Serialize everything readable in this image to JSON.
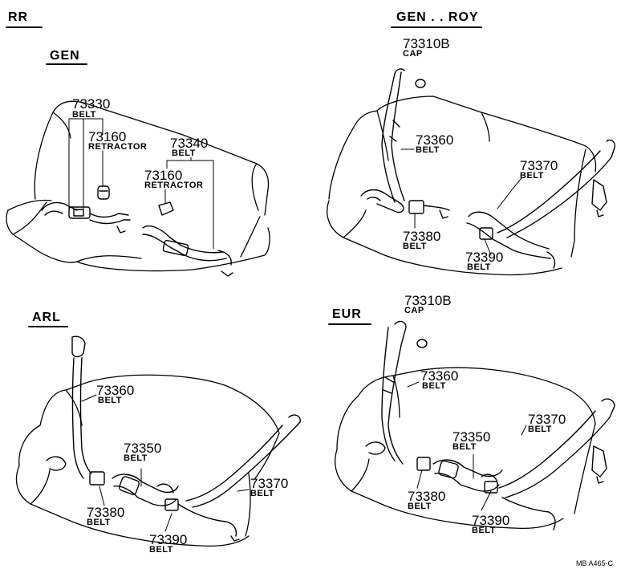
{
  "sections": {
    "rr": "RR",
    "gen_roy": "GEN . . ROY",
    "gen": "GEN",
    "arl": "ARL",
    "eur": "EUR"
  },
  "gen_panel": {
    "p73330": {
      "number": "73330",
      "desc": "BELT"
    },
    "p73160a": {
      "number": "73160",
      "desc": "RETRACTOR"
    },
    "p73340": {
      "number": "73340",
      "desc": "BELT"
    },
    "p73160b": {
      "number": "73160",
      "desc": "RETRACTOR"
    }
  },
  "genroy_panel": {
    "p73310b": {
      "number": "73310B",
      "desc": "CAP"
    },
    "p73360": {
      "number": "73360",
      "desc": "BELT"
    },
    "p73370": {
      "number": "73370",
      "desc": "BELT"
    },
    "p73380": {
      "number": "73380",
      "desc": "BELT"
    },
    "p73390": {
      "number": "73390",
      "desc": "BELT"
    }
  },
  "arl_panel": {
    "p73360": {
      "number": "73360",
      "desc": "BELT"
    },
    "p73350": {
      "number": "73350",
      "desc": "BELT"
    },
    "p73370": {
      "number": "73370",
      "desc": "BELT"
    },
    "p73380": {
      "number": "73380",
      "desc": "BELT"
    },
    "p73390": {
      "number": "73390",
      "desc": "BELT"
    }
  },
  "eur_panel": {
    "p73310b": {
      "number": "73310B",
      "desc": "CAP"
    },
    "p73360": {
      "number": "73360",
      "desc": "BELT"
    },
    "p73350": {
      "number": "73350",
      "desc": "BELT"
    },
    "p73370": {
      "number": "73370",
      "desc": "BELT"
    },
    "p73380": {
      "number": "73380",
      "desc": "BELT"
    },
    "p73390": {
      "number": "73390",
      "desc": "BELT"
    }
  },
  "footer_code": "MB  A465-C"
}
